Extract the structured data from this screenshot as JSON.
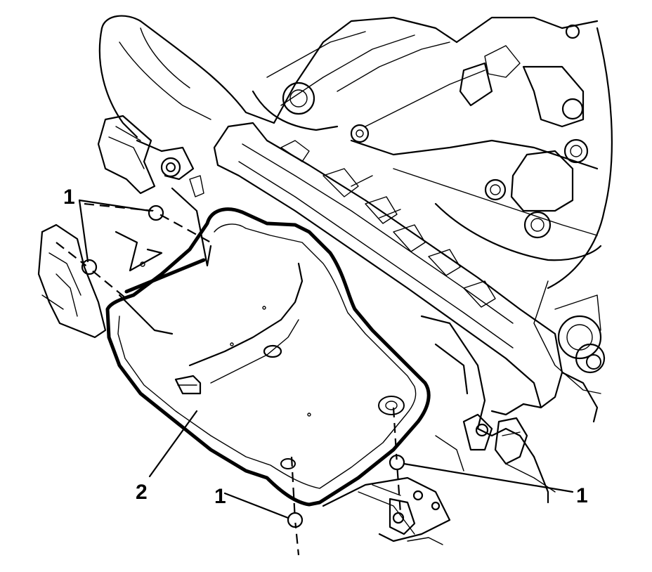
{
  "callouts": {
    "nut_upper_left": "1",
    "nut_lower_left": "1",
    "nut_right": "1",
    "pan": "2"
  }
}
